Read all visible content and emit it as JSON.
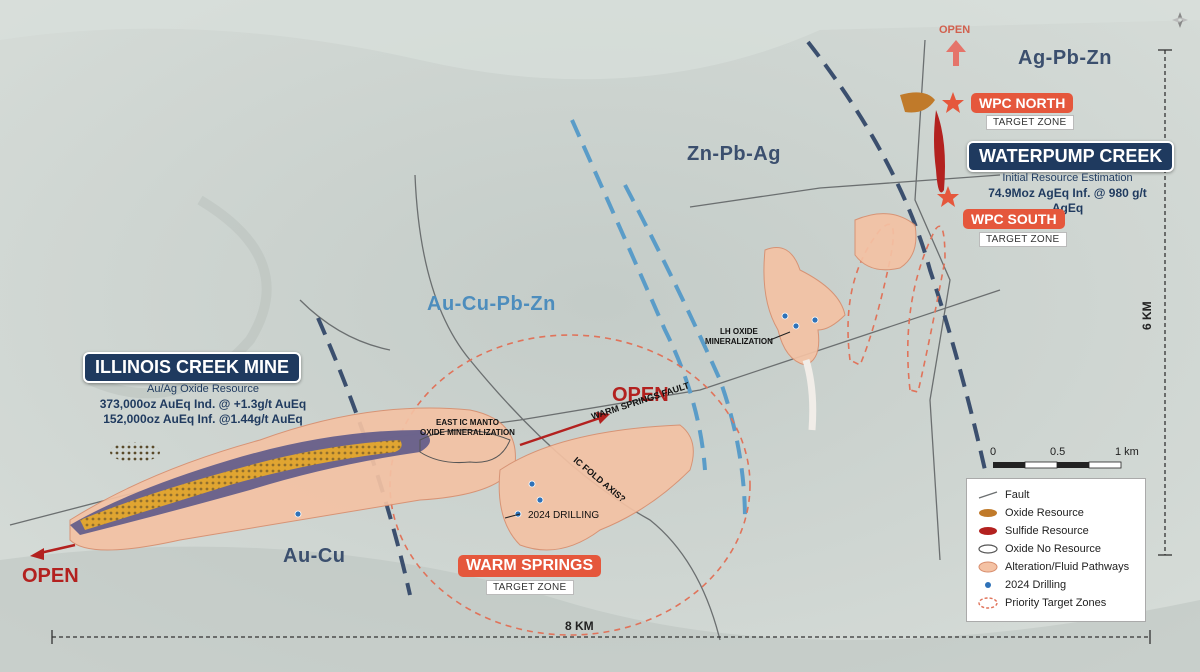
{
  "colors": {
    "red": "#e5573c",
    "dark_red": "#b3211f",
    "navy": "#1f3a5f",
    "blue_fault": "#5a9cc8",
    "dark_fault": "#3b4f6e",
    "alteration": "#f4c2a4",
    "gold": "#e0a531"
  },
  "labels": {
    "open_top": "OPEN",
    "open_mid": "OPEN",
    "open_left": "OPEN",
    "ag_pb_zn": "Ag-Pb-Zn",
    "zn_pb_ag": "Zn-Pb-Ag",
    "au_cu_pb_zn": "Au-Cu-Pb-Zn",
    "au_cu": "Au-Cu",
    "lh_oxide": "LH OXIDE\nMINERALIZATION",
    "east_ic": "EAST IC MANTO\nOXIDE MINERALIZATION",
    "warm_springs_fault": "WARM SPRINGS FAULT",
    "ic_fold_axis": "IC FOLD AXIS?",
    "drilling_2024": "2024 DRILLING"
  },
  "targets": {
    "wpc_north": {
      "name": "WPC NORTH",
      "sub": "TARGET ZONE"
    },
    "wpc_south": {
      "name": "WPC SOUTH",
      "sub": "TARGET ZONE"
    },
    "warm_springs": {
      "name": "WARM SPRINGS",
      "sub": "TARGET ZONE"
    }
  },
  "waterpump": {
    "title": "WATERPUMP CREEK",
    "line1": "Initial Resource Estimation",
    "line2": "74.9Moz AgEq Inf. @ 980 g/t AgEq"
  },
  "illinois": {
    "title": "ILLINOIS CREEK MINE",
    "line1": "Au/Ag Oxide Resource",
    "line2": "373,000oz AuEq Ind. @ +1.3g/t AuEq",
    "line3": "152,000oz AuEq Inf. @1.44g/t AuEq"
  },
  "scale": {
    "ticks": [
      "0",
      "0.5",
      "1 km"
    ],
    "horizontal_dimension": "8 KM",
    "vertical_dimension": "6 KM"
  },
  "legend": {
    "fault": "Fault",
    "oxide_resource": "Oxide Resource",
    "sulfide_resource": "Sulfide Resource",
    "oxide_no_resource": "Oxide No Resource",
    "alteration": "Alteration/Fluid Pathways",
    "drilling": "2024 Drilling",
    "priority": "Priority Target Zones"
  },
  "icons": {
    "compass": "north-arrow-icon",
    "star": "target-star-icon"
  }
}
